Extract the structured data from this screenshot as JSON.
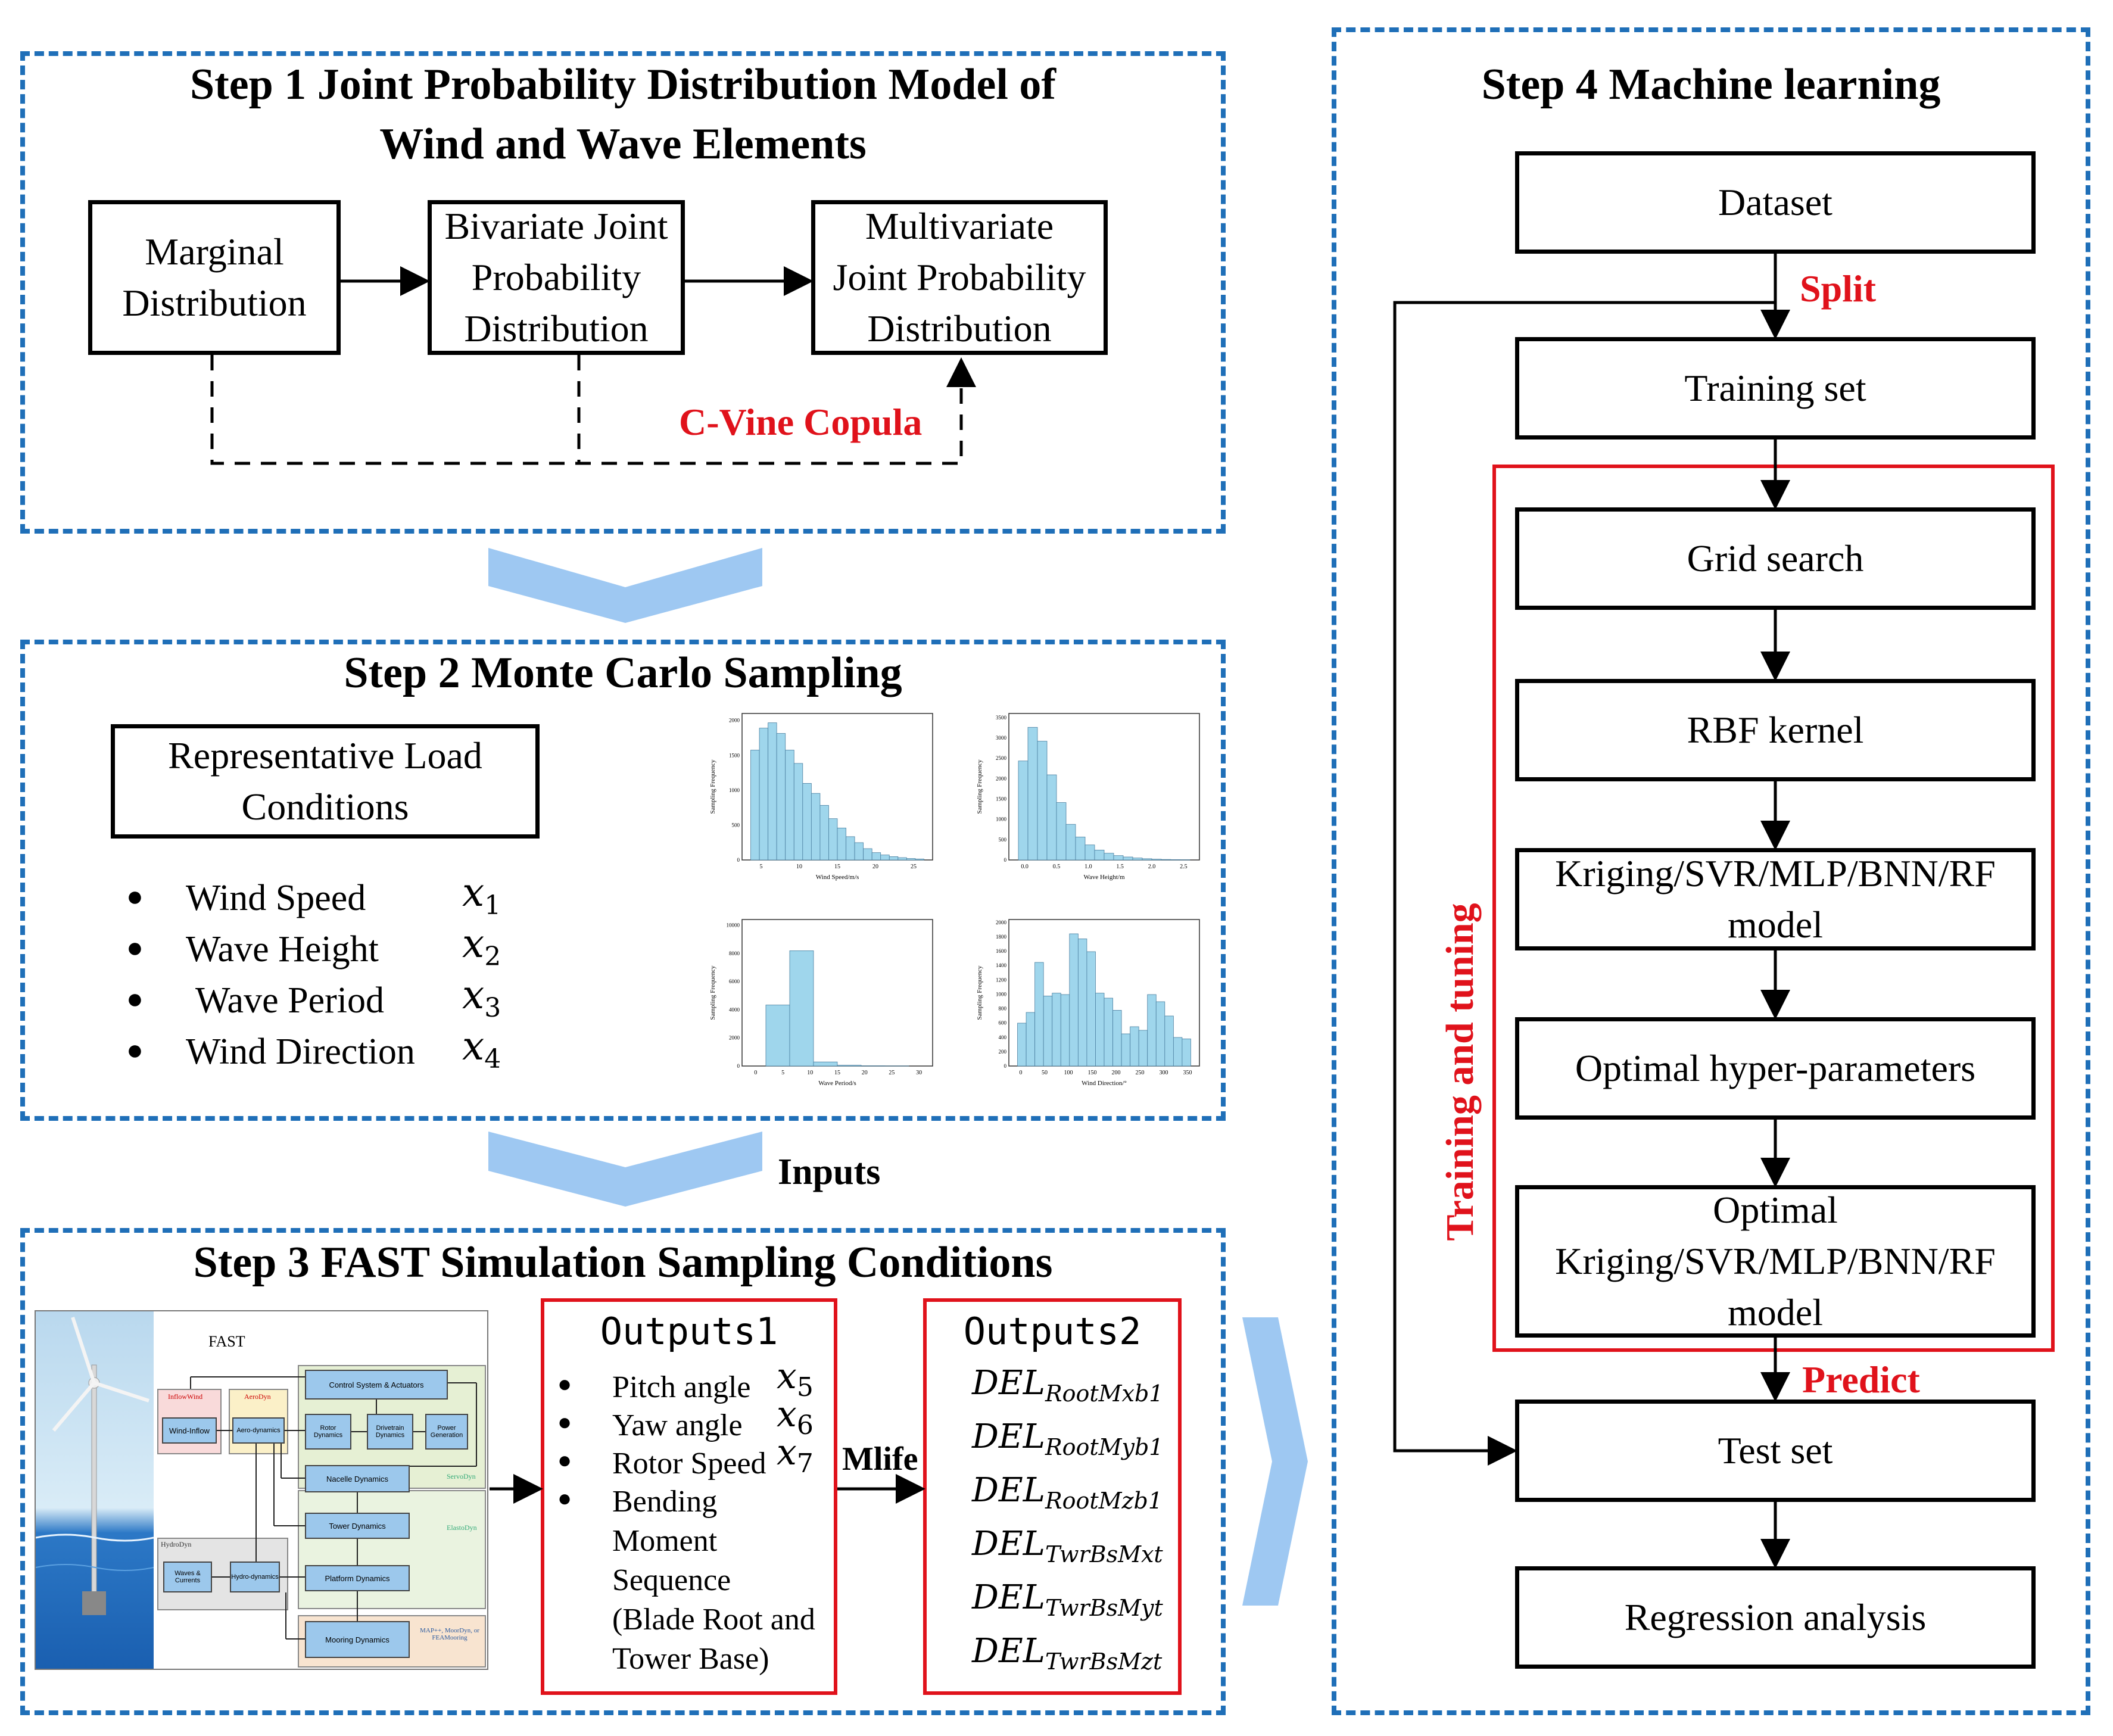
{
  "step1": {
    "title_line1": "Step 1 Joint Probability Distribution Model of",
    "title_line2": "Wind and Wave Elements",
    "box_marginal_l1": "Marginal",
    "box_marginal_l2": "Distribution",
    "box_bivariate_l1": "Bivariate Joint",
    "box_bivariate_l2": "Probability",
    "box_bivariate_l3": "Distribution",
    "box_multi_l1": "Multivariate",
    "box_multi_l2": "Joint Probability",
    "box_multi_l3": "Distribution",
    "copula_label": "C-Vine Copula"
  },
  "step2": {
    "title": "Step 2 Monte Carlo Sampling",
    "box_l1": "Representative Load",
    "box_l2": "Conditions",
    "items": [
      {
        "label": "Wind Speed",
        "var": "x",
        "sub": "1"
      },
      {
        "label": "Wave Height",
        "var": "x",
        "sub": "2"
      },
      {
        "label": "Wave Period",
        "var": "x",
        "sub": "3"
      },
      {
        "label": "Wind Direction",
        "var": "x",
        "sub": "4"
      }
    ],
    "charts": [
      {
        "xlabel": "Wind Speed/m/s",
        "ylabel": "Sampling Frequency",
        "xticks": [
          "5",
          "10",
          "15",
          "20",
          "25"
        ],
        "yticks": [
          "0",
          "500",
          "1000",
          "1500",
          "2000"
        ],
        "ymax": 2200,
        "values": [
          1650,
          1980,
          2060,
          1900,
          1650,
          1450,
          1150,
          1000,
          820,
          620,
          480,
          350,
          260,
          170,
          110,
          75,
          50,
          35,
          22,
          15
        ]
      },
      {
        "xlabel": "Wave Height/m",
        "ylabel": "Sampling Frequency",
        "xticks": [
          "0.0",
          "0.5",
          "1.0",
          "1.5",
          "2.0",
          "2.5"
        ],
        "yticks": [
          "0",
          "500",
          "1000",
          "1500",
          "2000",
          "2500",
          "3000",
          "3500"
        ],
        "ymax": 3700,
        "values": [
          2500,
          3350,
          3000,
          2150,
          1450,
          900,
          580,
          380,
          250,
          170,
          110,
          75,
          50,
          32,
          20,
          12,
          8,
          5
        ]
      },
      {
        "xlabel": "Wave Period/s",
        "ylabel": "Sampling Frequency",
        "xticks": [
          "0",
          "5",
          "10",
          "15",
          "20",
          "25",
          "30"
        ],
        "yticks": [
          "0",
          "2000",
          "4000",
          "6000",
          "8000",
          "10000"
        ],
        "ymax": 10800,
        "values": [
          4500,
          8500,
          300,
          60,
          15,
          5
        ]
      },
      {
        "xlabel": "Wind Direction/°",
        "ylabel": "Sampling Frequency",
        "xticks": [
          "0",
          "50",
          "100",
          "150",
          "200",
          "250",
          "300",
          "350"
        ],
        "yticks": [
          "0",
          "200",
          "400",
          "600",
          "800",
          "1000",
          "1200",
          "1400",
          "1600",
          "1800",
          "2000"
        ],
        "ymax": 2050,
        "values": [
          600,
          750,
          1450,
          980,
          1020,
          1000,
          1850,
          1780,
          1600,
          1020,
          950,
          780,
          450,
          550,
          500,
          1000,
          900,
          700,
          400,
          380
        ]
      }
    ]
  },
  "step3": {
    "title": "Step 3 FAST Simulation Sampling Conditions",
    "inputs_label": "Inputs",
    "outputs1_title": "Outputs1",
    "outputs1_items": [
      {
        "label": "Pitch angle",
        "var": "x",
        "sub": "5"
      },
      {
        "label": "Yaw angle",
        "var": "x",
        "sub": "6"
      },
      {
        "label": "Rotor Speed",
        "var": "x",
        "sub": "7"
      }
    ],
    "outputs1_extra": [
      "Bending",
      "Moment",
      "Sequence",
      "(Blade Root and",
      "Tower Base)"
    ],
    "mlife_label": "Mlife",
    "outputs2_title": "Outputs2",
    "outputs2_items": [
      {
        "base": "DEL",
        "sub": "RootMxb1"
      },
      {
        "base": "DEL",
        "sub": "RootMyb1"
      },
      {
        "base": "DEL",
        "sub": "RootMzb1"
      },
      {
        "base": "DEL",
        "sub": "TwrBsMxt"
      },
      {
        "base": "DEL",
        "sub": "TwrBsMyt"
      },
      {
        "base": "DEL",
        "sub": "TwrBsMzt"
      }
    ],
    "fast": {
      "title": "FAST",
      "inflowwind": "InflowWind",
      "wind_inflow": "Wind-Inflow",
      "aerodyn": "AeroDyn",
      "aero_dynamics": "Aero-dynamics",
      "control": "Control System & Actuators",
      "rotor": "Rotor Dynamics",
      "drivetrain": "Drivetrain Dynamics",
      "power": "Power Generation",
      "servodyn": "ServoDyn",
      "nacelle": "Nacelle Dynamics",
      "tower": "Tower Dynamics",
      "elastodyn": "ElastoDyn",
      "hydrodyn": "HydroDyn",
      "waves": "Waves & Currents",
      "hydro": "Hydro-dynamics",
      "platform": "Platform Dynamics",
      "mooring": "Mooring Dynamics",
      "map": "MAP++, MoorDyn, or FEAMooring"
    }
  },
  "step4": {
    "title": "Step 4 Machine learning",
    "dataset": "Dataset",
    "split": "Split",
    "training_set": "Training set",
    "grid_search": "Grid search",
    "rbf": "RBF kernel",
    "model_l1": "Kriging/SVR/MLP/BNN/RF",
    "model_l2": "model",
    "optimal_hp": "Optimal hyper-parameters",
    "opt_model_l1": "Optimal",
    "opt_model_l2": "Kriging/SVR/MLP/BNN/RF",
    "opt_model_l3": "model",
    "training_tuning": "Training and tuning",
    "predict": "Predict",
    "test_set": "Test set",
    "regression": "Regression analysis"
  },
  "colors": {
    "panel_dash": "#1f6fb8",
    "chevron": "#9ec8f2",
    "red": "#e0121b",
    "bar": "#9fd6ec"
  }
}
